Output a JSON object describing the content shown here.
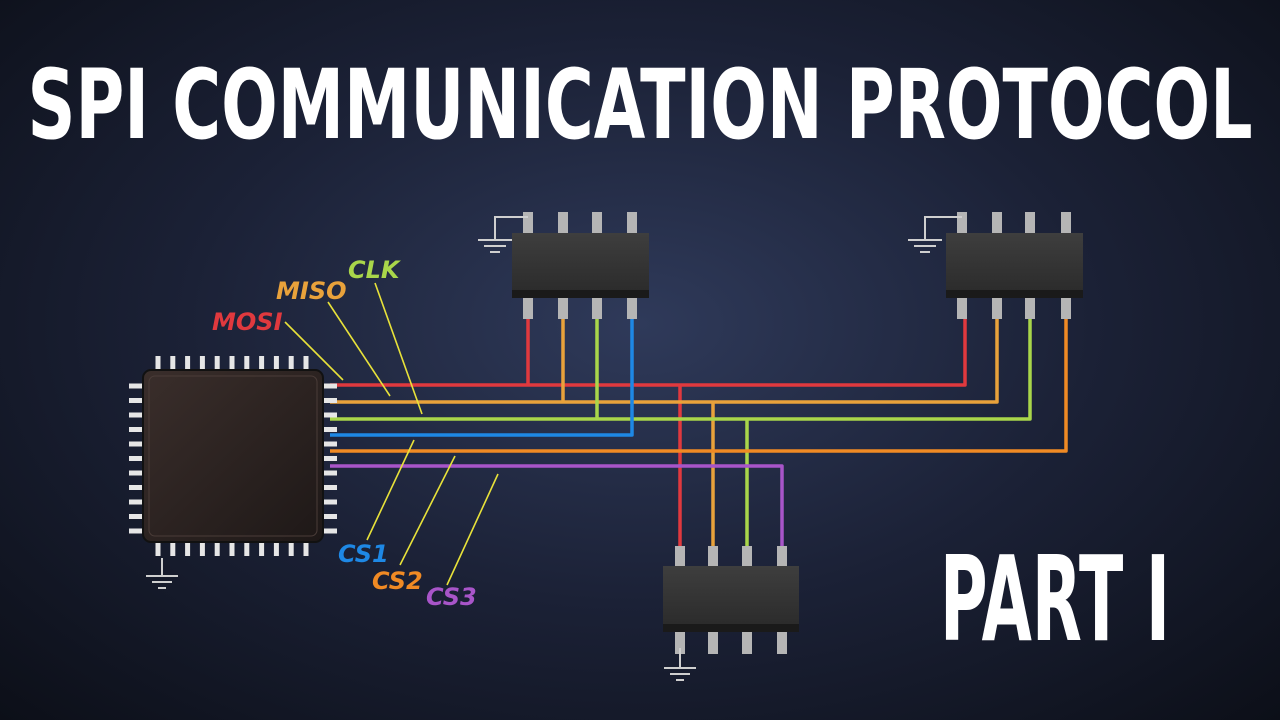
{
  "title": "SPI COMMUNICATION PROTOCOL",
  "part_label": "PART I",
  "signals": {
    "mosi": "MOSI",
    "miso": "MISO",
    "clk": "CLK",
    "cs1": "CS1",
    "cs2": "CS2",
    "cs3": "CS3"
  },
  "colors": {
    "mosi": "#e0393e",
    "miso": "#e9a23b",
    "clk": "#a9d64a",
    "cs1": "#1e88e5",
    "cs2": "#f08a24",
    "cs3": "#a855c9",
    "pointer": "#e8e23a",
    "ground": "#cfcfcf"
  },
  "icons": {
    "ground": "ground-symbol-icon"
  }
}
